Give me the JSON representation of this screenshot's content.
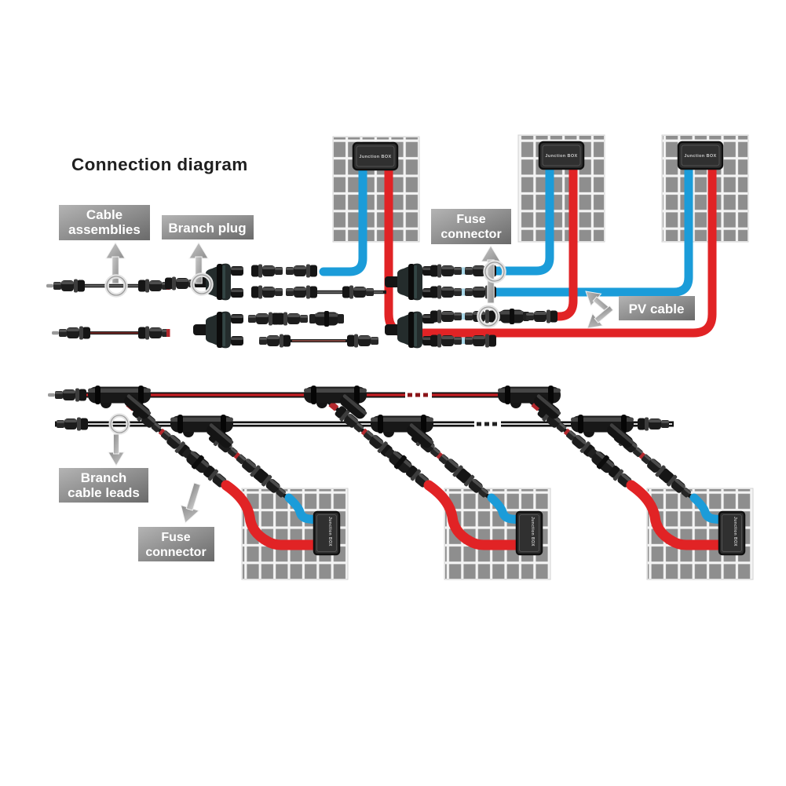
{
  "title": "Connection diagram",
  "junction_box": {
    "label": "Junction BOX"
  },
  "labels": {
    "cable_assemblies": {
      "line1": "Cable",
      "line2": "assemblies"
    },
    "branch_plug": {
      "line1": "Branch plug"
    },
    "fuse_connector_top": {
      "line1": "Fuse",
      "line2": "connector"
    },
    "pv_cable": {
      "line1": "PV cable"
    },
    "branch_cable_leads": {
      "line1": "Branch",
      "line2": "cable leads"
    },
    "fuse_connector_bottom": {
      "line1": "Fuse",
      "line2": "connector"
    }
  },
  "colors": {
    "background": "#ffffff",
    "blue_cable": "#1b9cd9",
    "red_cable": "#e12325",
    "pale_blue_cable": "#a7d6e7",
    "thin_red_cable": "#8a2b24",
    "trunk_red_core": "#c41f24",
    "trunk_black_core": "#d8d8d8",
    "panel_cell": "#8e8e8e",
    "label_text": "#ffffff",
    "title_text": "#1f1f1f"
  },
  "diagram": {
    "top_panel_count": 3,
    "bottom_panel_count": 3,
    "trunk_count": 2
  }
}
